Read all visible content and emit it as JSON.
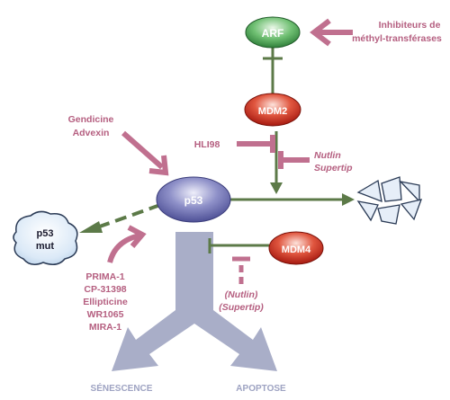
{
  "nodes": {
    "arf": "ARF",
    "mdm2": "MDM2",
    "p53": "p53",
    "p53mut_line1": "p53",
    "p53mut_line2": "mut",
    "mdm4": "MDM4"
  },
  "labels": {
    "inhibiteurs_line1": "Inhibiteurs de",
    "inhibiteurs_line2": "méthyl-transférases",
    "gendicine": "Gendicine",
    "advexin": "Advexin",
    "hli98": "HLI98",
    "nutlin": "Nutlin",
    "supertip": "Supertip",
    "prima": "PRIMA-1",
    "cp": "CP-31398",
    "ellipticine": "Ellipticine",
    "wr": "WR1065",
    "mira": "MIRA-1",
    "nutlin_paren": "(Nutlin)",
    "supertip_paren": "(Supertip)",
    "senescence": "SÉNESCENCE",
    "apoptose": "APOPTOSE"
  },
  "colors": {
    "pink": "#c0708f",
    "green": "#5c7a48",
    "slate": "#a9aec8",
    "arf_fill": "#3f9a4a",
    "mdm_fill": "#c0281e",
    "p53_fill": "#6d6fb0",
    "label_pink": "#b55f80",
    "label_slate": "#9ea3c2"
  }
}
